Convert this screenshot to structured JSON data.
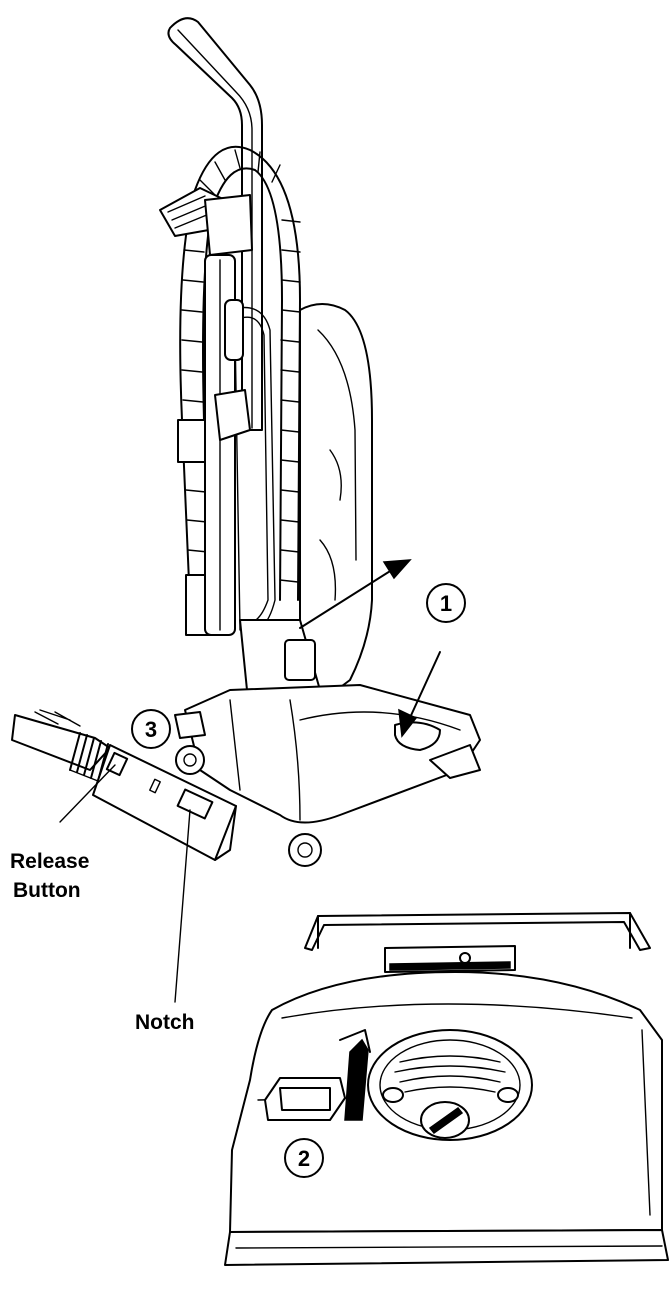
{
  "steps": {
    "step1": "1",
    "step2": "2",
    "step3": "3"
  },
  "callouts": {
    "release_button_line1": "Release",
    "release_button_line2": "Button",
    "notch": "Notch"
  }
}
